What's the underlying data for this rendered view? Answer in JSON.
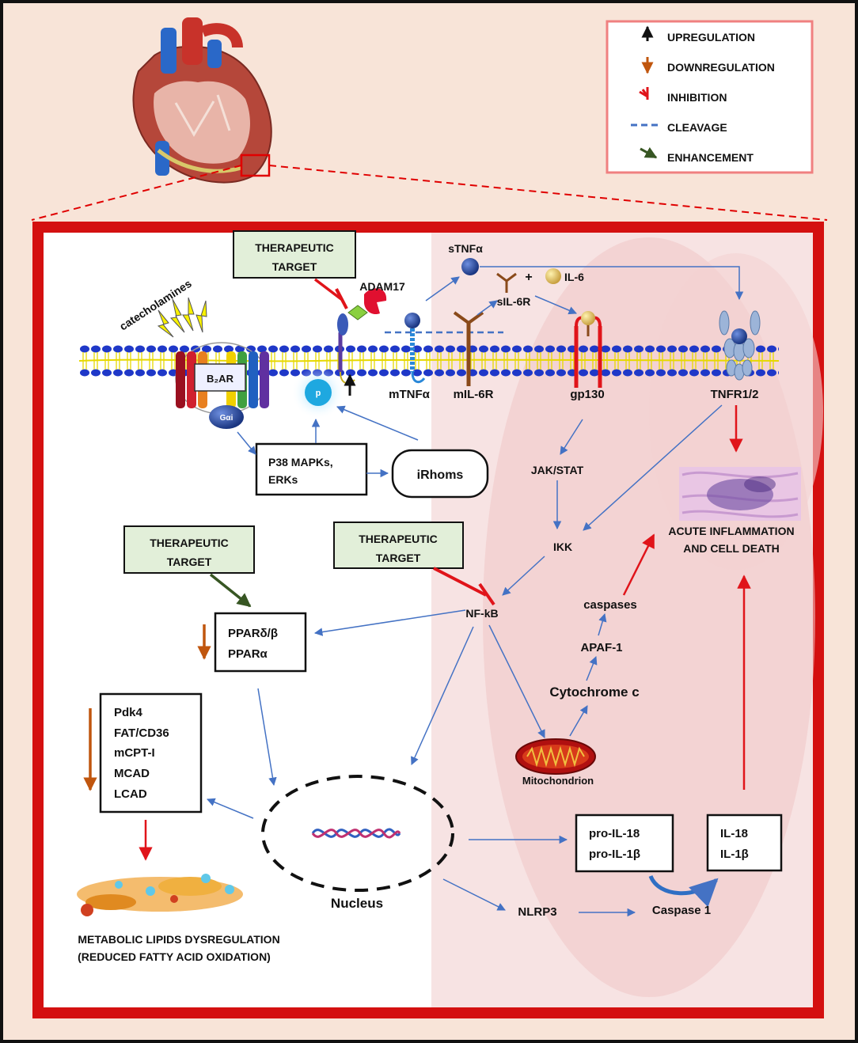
{
  "legend": {
    "upregulation": "UPREGULATION",
    "downregulation": "DOWNREGULATION",
    "inhibition": "INHIBITION",
    "cleavage": "CLEAVAGE",
    "enhancement": "ENHANCEMENT"
  },
  "membrane": {
    "catecholamines": "catecholamines",
    "b2ar": "B₂AR",
    "gai": "Gαi",
    "p": "p",
    "adam17": "ADAM17",
    "stnfa": "sTNFα",
    "il6": "IL-6",
    "plus": "+",
    "sil6r": "sIL-6R",
    "mtnfa": "mTNFα",
    "mil6r": "mIL-6R",
    "gp130": "gp130",
    "tnfr": "TNFR1/2"
  },
  "therapeutic_target": [
    "THERAPEUTIC",
    "TARGET"
  ],
  "pathway": {
    "p38": [
      "P38 MAPKs,",
      "ERKs"
    ],
    "irhoms": "iRhoms",
    "jakstat": "JAK/STAT",
    "ikk": "IKK",
    "nfkb": "NF-kB",
    "ppar": [
      "PPARδ/β",
      "PPARα"
    ],
    "genes": [
      "Pdk4",
      "FAT/CD36",
      "mCPT-I",
      "MCAD",
      "LCAD"
    ],
    "metabolic": [
      "METABOLIC LIPIDS DYSREGULATION",
      "(REDUCED FATTY ACID OXIDATION)"
    ],
    "nucleus": "Nucleus",
    "nlrp3": "NLRP3",
    "caspase1": "Caspase 1",
    "pro_il": [
      "pro-IL-18",
      "pro-IL-1β"
    ],
    "il": [
      "IL-18",
      "IL-1β"
    ],
    "mito": "Mitochondrion",
    "cytc": "Cytochrome c",
    "apaf": "APAF-1",
    "caspases": "caspases",
    "acute": [
      "ACUTE INFLAMMATION",
      "AND CELL DEATH"
    ]
  },
  "colors": {
    "outer_bg": "#f8e4d8",
    "frame_red": "#d41010",
    "pink_bg": "#f6dede",
    "arrow_blue": "#4472c4",
    "arrow_red": "#e0141a",
    "arrow_brown": "#c0560e",
    "arrow_green": "#375623",
    "legend_border": "#f08080",
    "target_fill": "#e2efd9",
    "membrane_blue": "#1f38c8",
    "membrane_yellow": "#f2f200"
  }
}
